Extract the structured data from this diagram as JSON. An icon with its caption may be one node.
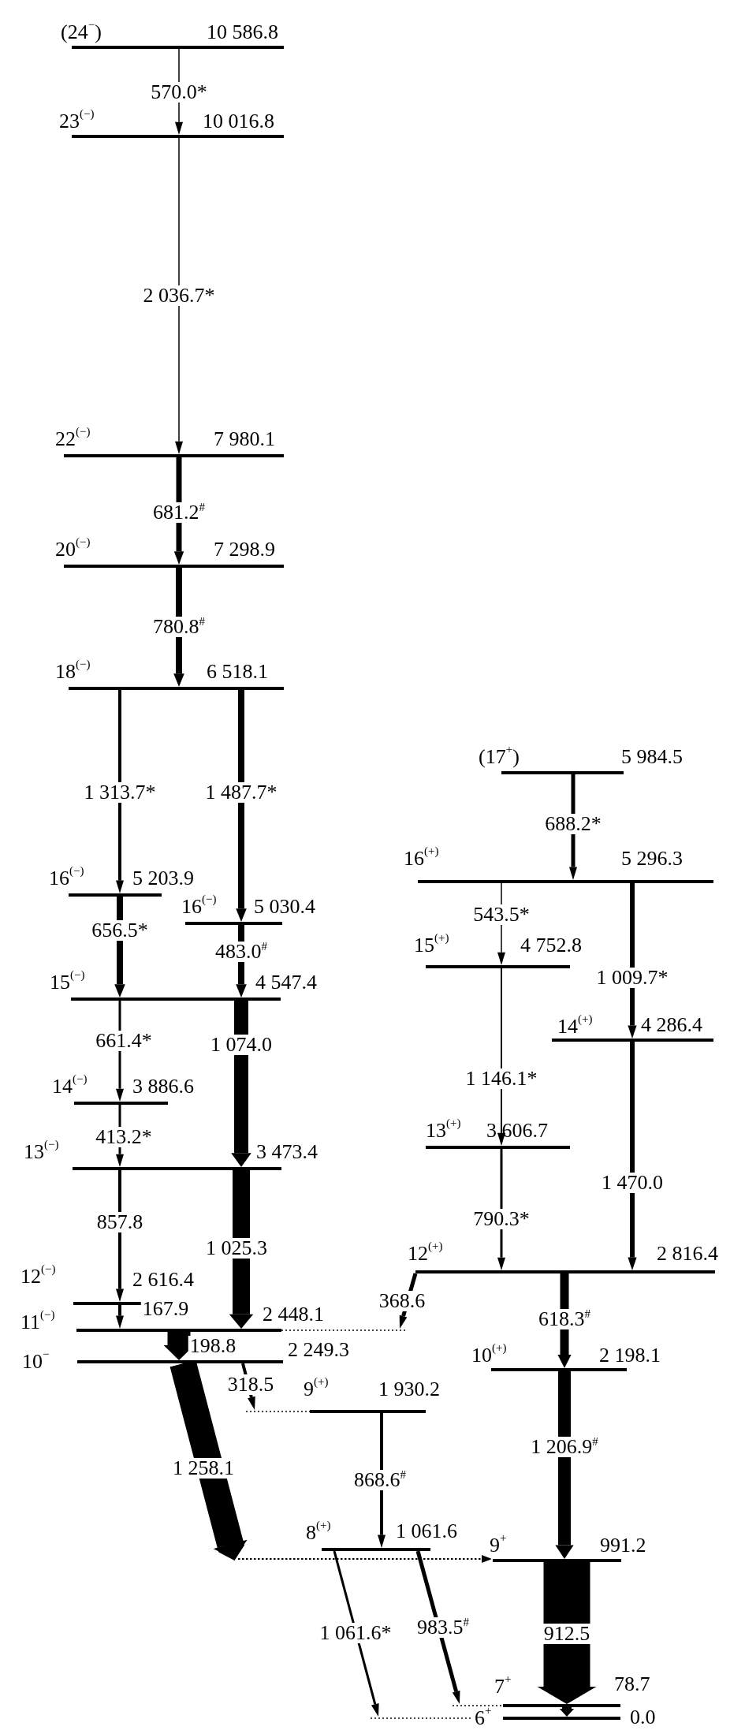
{
  "diagram": {
    "nodes": [
      {
        "text": [
          "(24$^{−}$)",
          "10 586.8"
        ]
      },
      {
        "text": [
          "23$^{(−)}$",
          "10 016.8"
        ]
      },
      {
        "text": [
          "22$^{(−)}$",
          "7 980.1"
        ]
      },
      {
        "text": [
          "20$^{(−)}$",
          "7 298.9"
        ]
      },
      {
        "text": [
          "18$^{(−)}$",
          "6 518.1"
        ]
      },
      {
        "text": [
          "16$^{(−)}$",
          "5 203.9"
        ]
      },
      {
        "text": [
          "16$^{(−)}$",
          "5 030.4"
        ]
      },
      {
        "text": [
          "15$^{(−)}$",
          "4 547.4"
        ]
      },
      {
        "text": [
          "14$^{(−)}$",
          "3 886.6"
        ]
      },
      {
        "text": [
          "13$^{(−)}$",
          "3 473.4"
        ]
      },
      {
        "text": [
          "12$^{(−)}$",
          "2 616.4"
        ]
      },
      {
        "text": [
          "11$^{(−)}$",
          "2 448.1"
        ]
      },
      {
        "text": [
          "10$^{−}$",
          "2 249.3"
        ]
      },
      {
        "text": [
          "9$^{(+)}$",
          "1 930.2"
        ]
      },
      {
        "text": [
          "8$^{(+)}$",
          "1 061.6"
        ]
      },
      {
        "text": [
          "9$^{+}$",
          "991.2"
        ]
      },
      {
        "text": [
          "7$^{+}$",
          "78.7"
        ]
      },
      {
        "text": [
          "6$^{+}$",
          "0.0"
        ]
      },
      {
        "text": [
          "(17$^{+}$)",
          "5 984.5"
        ]
      },
      {
        "text": [
          "16$^{(+)}$",
          "5 296.3"
        ]
      },
      {
        "text": [
          "15$^{(+)}$",
          "4 752.8"
        ]
      },
      {
        "text": [
          "14$^{(+)}$",
          "4 286.4"
        ]
      },
      {
        "text": [
          "13$^{(+)}$",
          "3 606.7"
        ]
      },
      {
        "text": [
          "12$^{(+)}$",
          "2 816.4"
        ]
      },
      {
        "text": [
          "10$^{(+)}$",
          "2 198.1"
        ]
      }
    ],
    "edges": [
      {
        "from": 0,
        "to": 1,
        "arrow": "to",
        "label": "570.0*"
      },
      {
        "from": 1,
        "to": 2,
        "arrow": "to",
        "label": "2 036.7*"
      },
      {
        "from": 2,
        "to": 3,
        "arrow": "to",
        "label": "681.2$^{#}$"
      },
      {
        "from": 3,
        "to": 4,
        "arrow": "to",
        "label": "780.8$^{#}$"
      },
      {
        "from": 4,
        "to": 5,
        "arrow": "to",
        "label": "1 313.7*"
      },
      {
        "from": 4,
        "to": 6,
        "arrow": "to",
        "label": "1 487.7*"
      },
      {
        "from": 5,
        "to": 7,
        "arrow": "to",
        "label": "656.5*"
      },
      {
        "from": 6,
        "to": 7,
        "arrow": "to",
        "label": "483.0$^{#}$"
      },
      {
        "from": 7,
        "to": 8,
        "arrow": "to",
        "label": "661.4*"
      },
      {
        "from": 7,
        "to": 9,
        "arrow": "to",
        "label": "1 074.0",
        "style": "thick"
      },
      {
        "from": 8,
        "to": 9,
        "arrow": "to",
        "label": "413.2*"
      },
      {
        "from": 9,
        "to": 10,
        "arrow": "to",
        "label": "857.8"
      },
      {
        "from": 9,
        "to": 11,
        "arrow": "to",
        "label": "1 025.3",
        "style": "thick"
      },
      {
        "from": 10,
        "to": 11,
        "arrow": "to",
        "label": "167.9"
      },
      {
        "from": 11,
        "to": 12,
        "arrow": "to",
        "label": "198.8",
        "style": "thick"
      },
      {
        "from": 12,
        "to": 15,
        "arrow": "to",
        "label": "1 258.1",
        "style": "thick"
      },
      {
        "from": 12,
        "to": 13,
        "arrow": "to",
        "label": "318.5"
      },
      {
        "from": 23,
        "to": 11,
        "arrow": "to",
        "label": "368.6"
      },
      {
        "from": 13,
        "to": 14,
        "arrow": "to",
        "label": "868.6$^{#}$"
      },
      {
        "from": 14,
        "to": 17,
        "arrow": "to",
        "label": "1 061.6*"
      },
      {
        "from": 14,
        "to": 16,
        "arrow": "to",
        "label": "983.5$^{#}$"
      },
      {
        "from": 15,
        "to": 16,
        "arrow": "to",
        "label": "912.5",
        "style": "thick"
      },
      {
        "from": 16,
        "to": 17,
        "arrow": "to",
        "style": "thick"
      },
      {
        "from": 18,
        "to": 19,
        "arrow": "to",
        "label": "688.2*"
      },
      {
        "from": 19,
        "to": 20,
        "arrow": "to",
        "label": "543.5*"
      },
      {
        "from": 19,
        "to": 21,
        "arrow": "to",
        "label": "1 009.7*"
      },
      {
        "from": 20,
        "to": 22,
        "arrow": "to",
        "label": "1 146.1*"
      },
      {
        "from": 21,
        "to": 23,
        "arrow": "to",
        "label": "1 470.0"
      },
      {
        "from": 22,
        "to": 23,
        "arrow": "to",
        "label": "790.3*"
      },
      {
        "from": 23,
        "to": 24,
        "arrow": "to",
        "label": "618.3$^{#}$",
        "style": "thick"
      },
      {
        "from": 24,
        "to": 15,
        "arrow": "to",
        "label": "1 206.9$^{#}$",
        "style": "thick"
      }
    ]
  }
}
